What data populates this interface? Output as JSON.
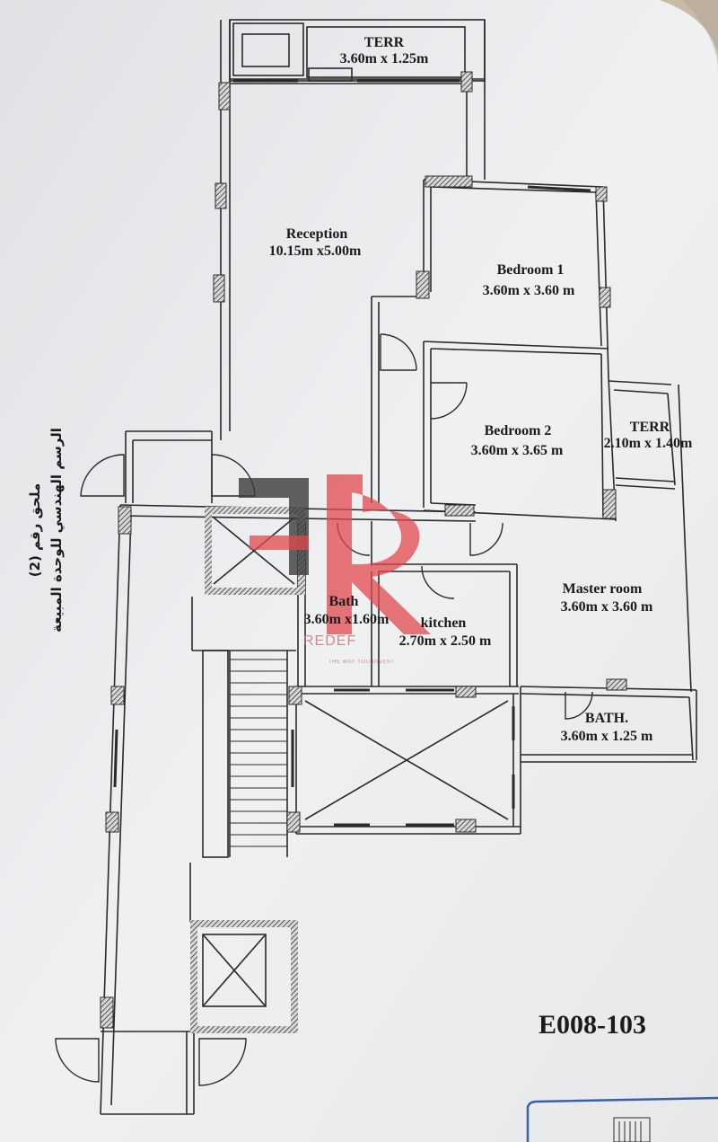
{
  "plan": {
    "unit_code": "E008-103",
    "annex_heading": "ملحق رقم (2)",
    "annex_subtitle": "الرسم الهندسي للوحدة المبيعة",
    "rooms": [
      {
        "id": "terr-top",
        "name": "TERR",
        "dims": "3.60m x 1.25m"
      },
      {
        "id": "reception",
        "name": "Reception",
        "dims": "10.15m x5.00m"
      },
      {
        "id": "bedroom-1",
        "name": "Bedroom 1",
        "dims": "3.60m x 3.60 m"
      },
      {
        "id": "bedroom-2",
        "name": "Bedroom 2",
        "dims": "3.60m x 3.65 m"
      },
      {
        "id": "terr-side",
        "name": "TERR",
        "dims": "2.10m x 1.40m"
      },
      {
        "id": "master",
        "name": "Master room",
        "dims": "3.60m x 3.60 m"
      },
      {
        "id": "bath",
        "name": "Bath",
        "dims": "3.60m x1.60m"
      },
      {
        "id": "kitchen",
        "name": "kitchen",
        "dims": "2.70m x 2.50 m"
      },
      {
        "id": "bath-master",
        "name": "BATH.",
        "dims": "3.60m x 1.25 m"
      }
    ]
  },
  "watermark": {
    "brand": "REDEF",
    "tagline": "THE WAY YOU INVEST",
    "colors": {
      "red": "#e0484e",
      "gray": "#4a4a4a"
    }
  },
  "colors": {
    "paper": "#eceef0",
    "line": "#2a2a2a",
    "hatch": "#3a3a3a"
  }
}
